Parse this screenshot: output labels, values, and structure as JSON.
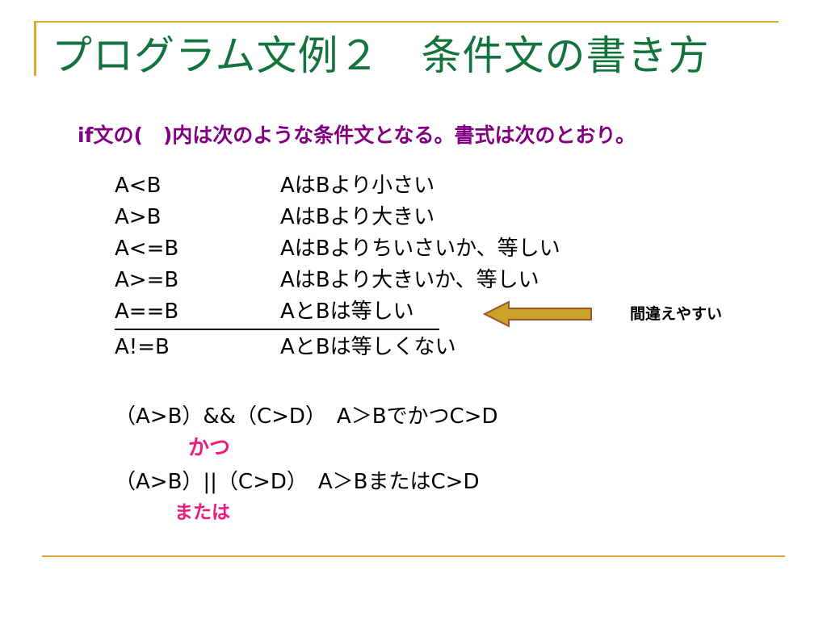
{
  "title": "プログラム文例２　条件文の書き方",
  "subtitle": "if文の(　)内は次のような条件文となる。書式は次のとおり。",
  "conditions": [
    {
      "op": "A<B",
      "desc": "AはBより小さい"
    },
    {
      "op": "A>B",
      "desc": "AはBより大きい"
    },
    {
      "op": "A<=B",
      "desc": "AはBよりちいさいか、等しい"
    },
    {
      "op": "A>=B",
      "desc": "AはBより大きいか、等しい"
    },
    {
      "op": "A==B",
      "desc": "AとBは等しい"
    },
    {
      "op": "A!=B",
      "desc": "AとBは等しくない"
    }
  ],
  "note": "間違えやすい",
  "colors": {
    "title": "#13733c",
    "subtitle": "#800080",
    "accent_line": "#e0a82e",
    "arrow": "#c9a227",
    "magenta": "#ee1b7a"
  },
  "examples": [
    {
      "expr": "（A>B）&&（C>D）　A＞BでかつC>D",
      "label": "かつ"
    },
    {
      "expr": "（A>B）||（C>D）　A＞BまたはC>D",
      "label": "または"
    }
  ]
}
